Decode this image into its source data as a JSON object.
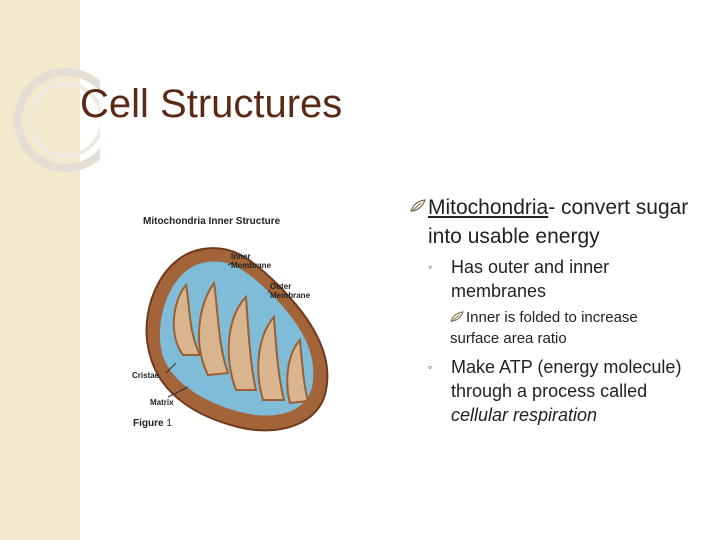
{
  "slide": {
    "title": "Cell Structures",
    "bullets": {
      "main_term": "Mitochondria",
      "main_rest": "- convert sugar into usable energy",
      "sub1": "Has outer and inner membranes",
      "sub1_detail": "Inner is folded to increase surface area ratio",
      "sub2_plain": "Make ATP (energy molecule) through a process called ",
      "sub2_italic": "cellular respiration"
    }
  },
  "figure": {
    "title": "Mitochondria Inner Structure",
    "labels": {
      "inner": "Inner Membrane",
      "outer": "Outer Membrane",
      "cristae": "Cristae",
      "matrix": "Matrix"
    },
    "caption_bold": "Figure",
    "caption_num": " 1"
  },
  "colors": {
    "title": "#5a2a17",
    "side_band": "#f3e9cc",
    "membrane": "#a4643a",
    "matrix": "#7fbcd8"
  },
  "icons": {
    "bullet": "leaf-bullet-icon",
    "sub_bullet": "ring-bullet-icon"
  }
}
